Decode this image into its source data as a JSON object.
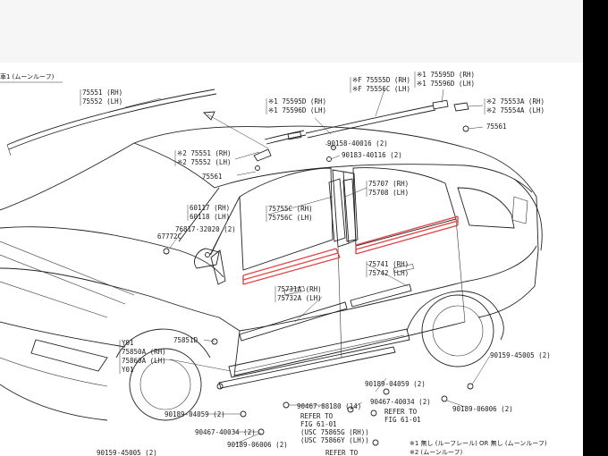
{
  "header_note": "車1 (ムーンルーフ)",
  "callouts": {
    "c1": [
      "75551 (RH)",
      "75552 (LH)"
    ],
    "c2": [
      "※1 75595D (RH)",
      "※1 75596D (LH)"
    ],
    "c3": [
      "※1 75595D (RH)",
      "※1 75596D (LH)"
    ],
    "c4": [
      "※F 75555D (RH)",
      "※F 75556C (LH)"
    ],
    "c5": [
      "※2 75553A (RH)",
      "※2 75554A (LH)"
    ],
    "c6": [
      "75561"
    ],
    "c7": [
      "※2 75551 (RH)",
      "※2 75552 (LH)"
    ],
    "c8": [
      "90158-40016 (2)"
    ],
    "c9": [
      "90183-40116 (2)"
    ],
    "c10": [
      "75561"
    ],
    "c11": [
      "60117 (RH)",
      "60118 (LH)"
    ],
    "c12": [
      "75755C (RH)",
      "75756C (LH)"
    ],
    "c13": [
      "75707 (RH)",
      "75708 (LH)"
    ],
    "c14": [
      "76817-32020 (2)"
    ],
    "c15": [
      "67772C"
    ],
    "c16": [
      "75741 (RH)",
      "75742 (LH)"
    ],
    "c17": [
      "75731A (RH)",
      "75732A (LH)"
    ],
    "c18": [
      "75851D"
    ],
    "c19": [
      "Y01",
      "75850A (RH)",
      "75860A (LH)",
      "Y01"
    ],
    "c20": [
      "90159-45005 (2)"
    ],
    "c21": [
      "90189-04059 (2)"
    ],
    "c22": [
      "90189-06006 (2)"
    ],
    "c23": [
      "90467-40034 (2)"
    ],
    "c24": [
      "90189-04059 (2)"
    ],
    "c25": [
      "90467-08180 (14)"
    ],
    "c26": [
      "90467-40034 (2)"
    ],
    "c27": [
      "90189-06006 (2)"
    ],
    "c28": [
      "REFER TO",
      "FIG 61-01",
      "(USC 75865G (RH))",
      "(USC 75866Y (LH))"
    ],
    "c29": [
      "REFER TO",
      "FIG 61-01"
    ],
    "c30": [
      "90159-45005 (2)"
    ],
    "c31": [
      "REFER TO"
    ]
  },
  "footnotes": [
    "※1 無し (ルーフレール) OR 無し (ムーンルーフ)",
    "※2 (ムーンルーフ)"
  ],
  "colors": {
    "highlight": "#e0484b",
    "line": "#222222"
  }
}
